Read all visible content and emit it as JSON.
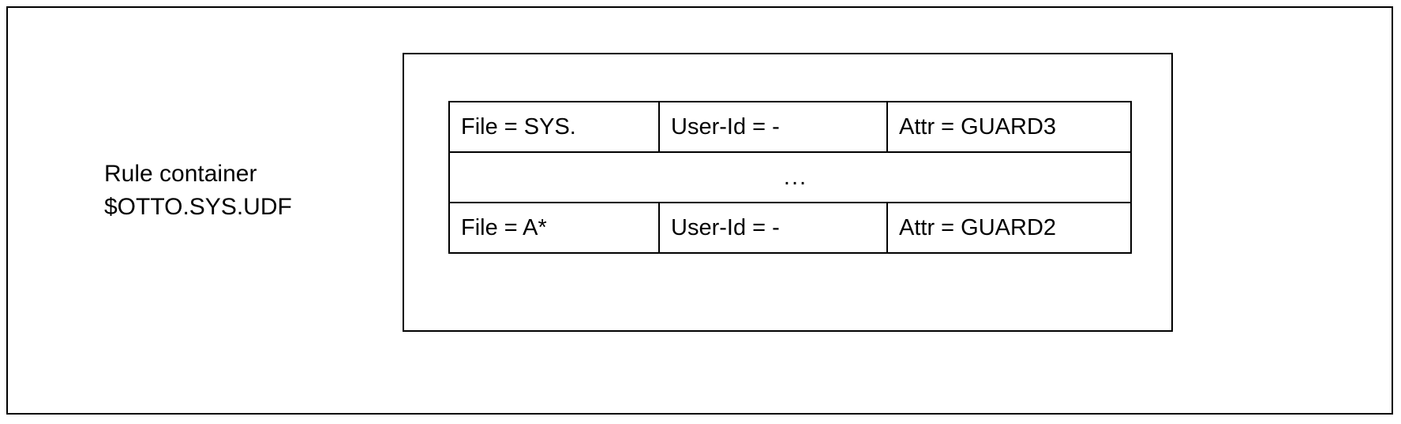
{
  "figure": {
    "background_color": "#ffffff",
    "line_color": "#000000",
    "text_color": "#000000"
  },
  "caption": {
    "line1": "Rule container",
    "line2": "$OTTO.SYS.UDF"
  },
  "rule_table": {
    "rows": [
      {
        "kind": "rule",
        "file": "File = SYS.",
        "user_id": "User-Id = -",
        "attr": "Attr = GUARD3"
      },
      {
        "kind": "ellipsis",
        "text": "..."
      },
      {
        "kind": "rule",
        "file": "File = A*",
        "user_id": "User-Id = -",
        "attr": "Attr = GUARD2"
      }
    ]
  }
}
